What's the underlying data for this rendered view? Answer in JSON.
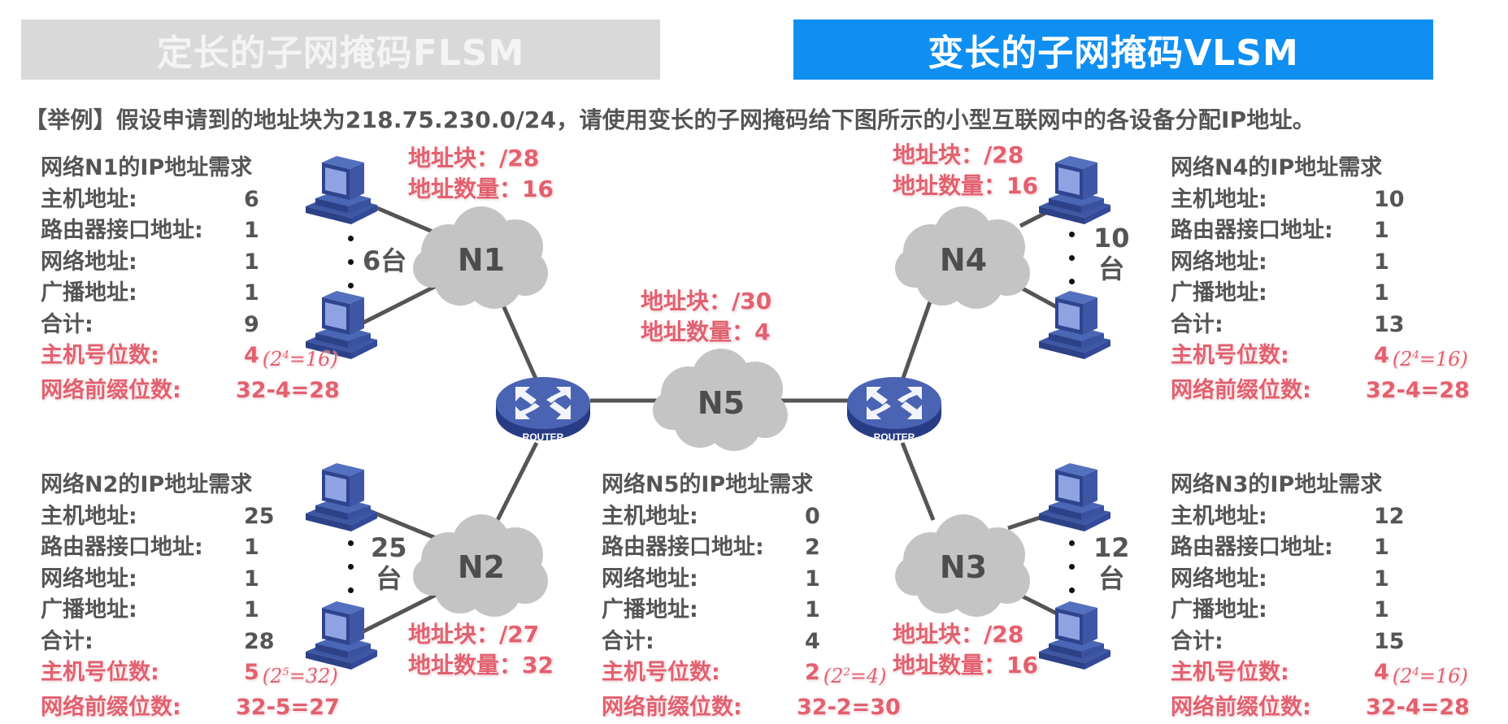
{
  "headers": {
    "flsm": "定长的子网掩码FLSM",
    "vlsm": "变长的子网掩码VLSM"
  },
  "intro": "【举例】假设申请到的地址块为218.75.230.0/24，请使用变长的子网掩码给下图所示的小型互联网中的各设备分配IP地址。",
  "field_labels": {
    "hosts": "主机地址:",
    "router_if": "路由器接口地址:",
    "network": "网络地址:",
    "broadcast": "广播地址:",
    "total": "合计:",
    "host_bits": "主机号位数:",
    "prefix_bits": "网络前缀位数:"
  },
  "networks": {
    "N1": {
      "title": "网络N1的IP地址需求",
      "hosts": "6",
      "router_if": "1",
      "network": "1",
      "broadcast": "1",
      "total": "9",
      "host_bits": "4",
      "host_bits_base": "2",
      "host_bits_exp": "4",
      "host_bits_result": "=16",
      "prefix_bits": "32-4=28",
      "cloud": "N1",
      "count_num": "6",
      "count_unit": "台",
      "block": "地址块：/28",
      "addr_count": "地址数量：16"
    },
    "N2": {
      "title": "网络N2的IP地址需求",
      "hosts": "25",
      "router_if": "1",
      "network": "1",
      "broadcast": "1",
      "total": "28",
      "host_bits": "5",
      "host_bits_base": "2",
      "host_bits_exp": "5",
      "host_bits_result": "=32",
      "prefix_bits": "32-5=27",
      "cloud": "N2",
      "count_num": "25",
      "count_unit": "台",
      "block": "地址块：/27",
      "addr_count": "地址数量：32"
    },
    "N3": {
      "title": "网络N3的IP地址需求",
      "hosts": "12",
      "router_if": "1",
      "network": "1",
      "broadcast": "1",
      "total": "15",
      "host_bits": "4",
      "host_bits_base": "2",
      "host_bits_exp": "4",
      "host_bits_result": "=16",
      "prefix_bits": "32-4=28",
      "cloud": "N3",
      "count_num": "12",
      "count_unit": "台",
      "block": "地址块：/28",
      "addr_count": "地址数量：16"
    },
    "N4": {
      "title": "网络N4的IP地址需求",
      "hosts": "10",
      "router_if": "1",
      "network": "1",
      "broadcast": "1",
      "total": "13",
      "host_bits": "4",
      "host_bits_base": "2",
      "host_bits_exp": "4",
      "host_bits_result": "=16",
      "prefix_bits": "32-4=28",
      "cloud": "N4",
      "count_num": "10",
      "count_unit": "台",
      "block": "地址块：/28",
      "addr_count": "地址数量：16"
    },
    "N5": {
      "title": "网络N5的IP地址需求",
      "hosts": "0",
      "router_if": "2",
      "network": "1",
      "broadcast": "1",
      "total": "4",
      "host_bits": "2",
      "host_bits_base": "2",
      "host_bits_exp": "2",
      "host_bits_result": "=4",
      "prefix_bits": "32-2=30",
      "cloud": "N5",
      "block": "地址块：/30",
      "addr_count": "地址数量：4"
    }
  },
  "router_label": "ROUTER",
  "colors": {
    "flsm_header": "#d9d9d9",
    "vlsm_header": "#0f8ff2",
    "highlight_red": "#e2606f",
    "cloud_gray": "#c4c4c4",
    "device_blue": "#3f5ca8"
  }
}
